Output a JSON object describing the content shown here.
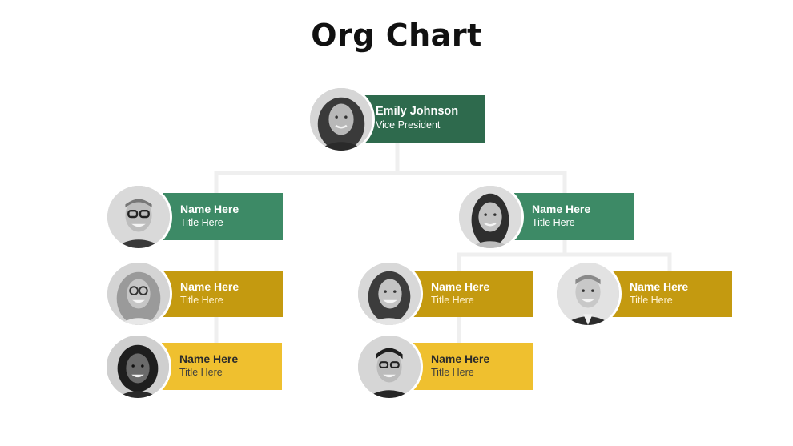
{
  "title": "Org Chart",
  "colors": {
    "exec": "#2e6a4d",
    "manager": "#3d8a66",
    "lead": "#c49a10",
    "staff": "#efc02f",
    "connector": "#efefef"
  },
  "nodes": [
    {
      "id": "emily",
      "name": "Emily Johnson",
      "title": "Vice President",
      "level": "exec",
      "photo": "photo-of-woman"
    },
    {
      "id": "left-manager",
      "name": "Name Here",
      "title": "Title Here",
      "level": "manager",
      "photo": "photo-of-man-with-glasses"
    },
    {
      "id": "right-manager",
      "name": "Name Here",
      "title": "Title Here",
      "level": "manager",
      "photo": "photo-of-woman"
    },
    {
      "id": "left-lead",
      "name": "Name Here",
      "title": "Title Here",
      "level": "lead",
      "photo": "photo-of-woman-with-glasses"
    },
    {
      "id": "left-staff",
      "name": "Name Here",
      "title": "Title Here",
      "level": "staff",
      "photo": "photo-of-woman"
    },
    {
      "id": "mid-lead",
      "name": "Name Here",
      "title": "Title Here",
      "level": "lead",
      "photo": "photo-of-woman"
    },
    {
      "id": "mid-staff",
      "name": "Name Here",
      "title": "Title Here",
      "level": "staff",
      "photo": "photo-of-man-with-glasses"
    },
    {
      "id": "right-lead",
      "name": "Name Here",
      "title": "Title Here",
      "level": "lead",
      "photo": "photo-of-man"
    }
  ]
}
